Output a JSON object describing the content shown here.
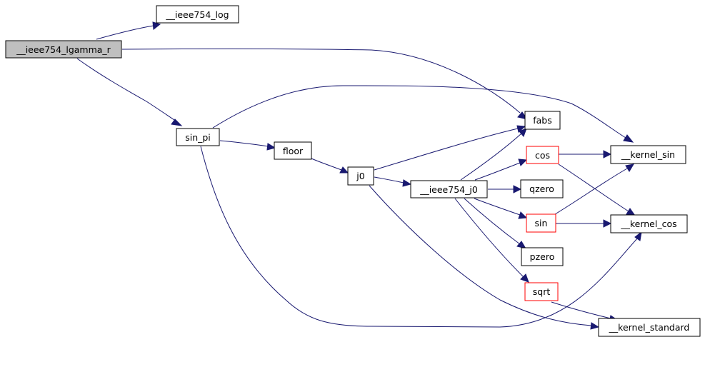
{
  "colors": {
    "edge": "#191970",
    "node_border": "#000000",
    "node_border_highlight": "#ff0000",
    "root_fill": "#bfbfbf",
    "node_fill": "#ffffff"
  },
  "nodes": {
    "ieee754_log": {
      "label": "__ieee754_log"
    },
    "ieee754_lgamma_r": {
      "label": "__ieee754_lgamma_r"
    },
    "sin_pi": {
      "label": "sin_pi"
    },
    "floor": {
      "label": "floor"
    },
    "j0": {
      "label": "j0"
    },
    "ieee754_j0": {
      "label": "__ieee754_j0"
    },
    "fabs": {
      "label": "fabs"
    },
    "cos": {
      "label": "cos"
    },
    "kernel_sin": {
      "label": "__kernel_sin"
    },
    "qzero": {
      "label": "qzero"
    },
    "sin": {
      "label": "sin"
    },
    "kernel_cos": {
      "label": "__kernel_cos"
    },
    "pzero": {
      "label": "pzero"
    },
    "sqrt": {
      "label": "sqrt"
    },
    "kernel_standard": {
      "label": "__kernel_standard"
    }
  },
  "edges": [
    [
      "ieee754_lgamma_r",
      "ieee754_log"
    ],
    [
      "ieee754_lgamma_r",
      "fabs"
    ],
    [
      "ieee754_lgamma_r",
      "sin_pi"
    ],
    [
      "sin_pi",
      "kernel_sin"
    ],
    [
      "sin_pi",
      "floor"
    ],
    [
      "sin_pi",
      "kernel_cos"
    ],
    [
      "floor",
      "j0"
    ],
    [
      "j0",
      "fabs"
    ],
    [
      "j0",
      "ieee754_j0"
    ],
    [
      "j0",
      "kernel_standard"
    ],
    [
      "ieee754_j0",
      "fabs"
    ],
    [
      "ieee754_j0",
      "cos"
    ],
    [
      "ieee754_j0",
      "qzero"
    ],
    [
      "ieee754_j0",
      "sin"
    ],
    [
      "ieee754_j0",
      "pzero"
    ],
    [
      "ieee754_j0",
      "sqrt"
    ],
    [
      "cos",
      "kernel_sin"
    ],
    [
      "cos",
      "kernel_cos"
    ],
    [
      "sin",
      "kernel_sin"
    ],
    [
      "sin",
      "kernel_cos"
    ],
    [
      "sqrt",
      "kernel_standard"
    ]
  ]
}
